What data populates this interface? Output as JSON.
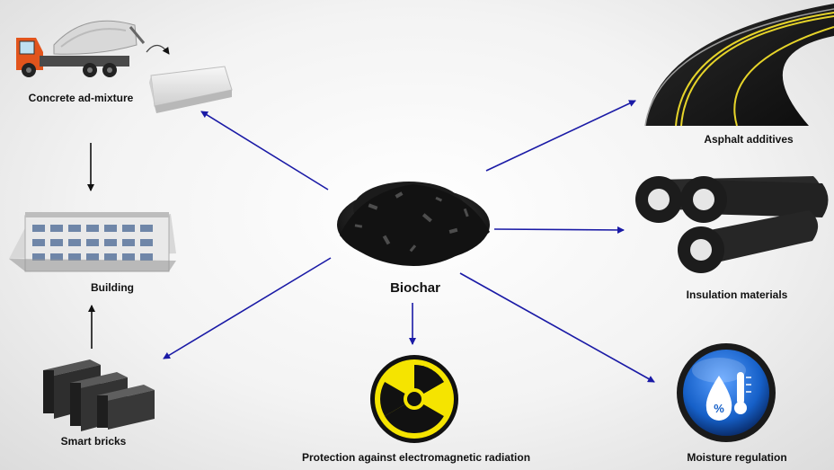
{
  "diagram": {
    "center_label": "Biochar",
    "nodes": {
      "concrete": "Concrete ad-mixture",
      "building": "Building",
      "bricks": "Smart bricks",
      "radiation": "Protection against electromagnetic radiation",
      "asphalt": "Asphalt additives",
      "insulation": "Insulation materials",
      "moisture": "Moisture regulation"
    }
  },
  "colors": {
    "arrow_blue": "#1a1aa6",
    "arrow_black": "#111111",
    "radiation_yellow": "#f5e400",
    "moisture_blue": "#1660c8"
  },
  "icons": {
    "center": "biochar-pile-icon",
    "concrete": "cement-mixer-truck-icon",
    "building": "office-building-icon",
    "bricks": "bricks-icon",
    "radiation": "radiation-symbol-icon",
    "asphalt": "asphalt-road-icon",
    "insulation": "insulation-pipes-icon",
    "moisture": "moisture-gauge-icon"
  }
}
